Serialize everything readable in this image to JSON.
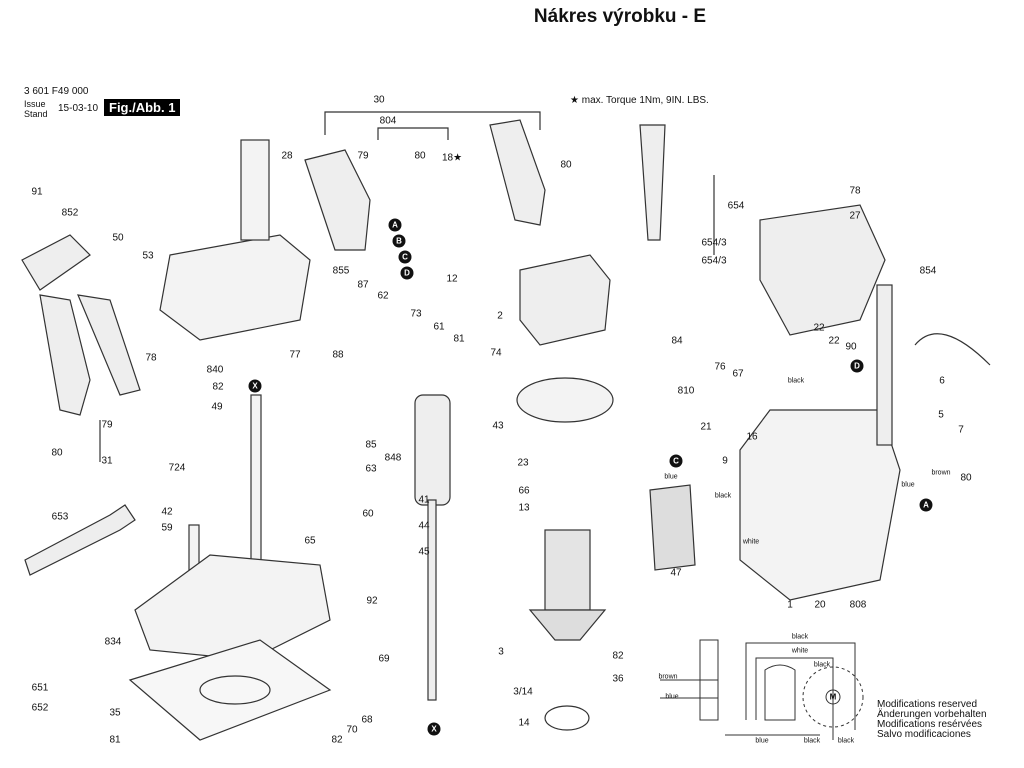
{
  "title": "Nákres výrobku - E",
  "header": {
    "part_number": "3 601 F49 000",
    "issue_label": "Issue",
    "stand_label": "Stand",
    "date": "15-03-10",
    "figure": "Fig./Abb. 1"
  },
  "torque_note": "★ max. Torque 1Nm, 9IN. LBS.",
  "part_labels": [
    "30",
    "804",
    "79",
    "80",
    "18★",
    "80",
    "28",
    "91",
    "852",
    "50",
    "53",
    "654",
    "78",
    "27",
    "654/3",
    "654/3",
    "855",
    "87",
    "62",
    "12",
    "854",
    "73",
    "61",
    "81",
    "2",
    "22",
    "22",
    "90",
    "84",
    "74",
    "88",
    "77",
    "78",
    "840",
    "76",
    "67",
    "6",
    "82",
    "49",
    "810",
    "5",
    "7",
    "21",
    "16",
    "43",
    "80",
    "79",
    "31",
    "85",
    "848",
    "23",
    "9",
    "80",
    "724",
    "63",
    "41",
    "66",
    "13",
    "42",
    "59",
    "60",
    "44",
    "653",
    "65",
    "45",
    "47",
    "1",
    "20",
    "808",
    "92",
    "834",
    "3",
    "82",
    "69",
    "36",
    "651",
    "652",
    "3/14",
    "35",
    "68",
    "14",
    "70",
    "82",
    "81"
  ],
  "connection_markers": [
    "X",
    "X",
    "A",
    "B",
    "C",
    "D",
    "D",
    "C",
    "A"
  ],
  "wire_labels": [
    "black",
    "blue",
    "black",
    "white",
    "brown",
    "blue"
  ],
  "schematic": {
    "wire_labels": [
      "black",
      "white",
      "black",
      "blue",
      "brown",
      "blue",
      "black",
      "black"
    ],
    "motor_symbol": "M"
  },
  "modifications": [
    "Modifications reserved",
    "Änderungen vorbehalten",
    "Modifications resérvées",
    "Salvo modificaciones"
  ]
}
